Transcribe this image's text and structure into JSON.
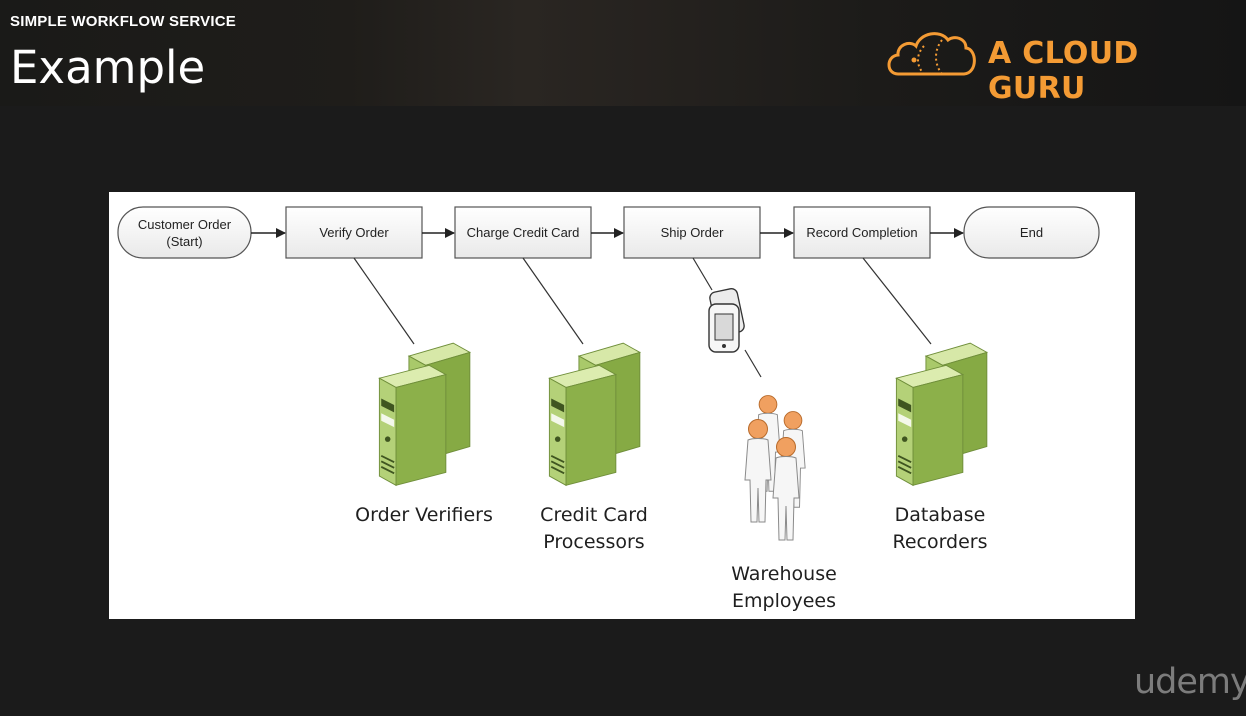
{
  "header": {
    "section_label": "SIMPLE WORKFLOW SERVICE",
    "title": "Example",
    "brand": "A CLOUD GURU",
    "brand_color": "#f49b34"
  },
  "diagram": {
    "flow_nodes": [
      {
        "label": "Customer Order\n(Start)",
        "shape": "terminator"
      },
      {
        "label": "Verify Order",
        "shape": "process"
      },
      {
        "label": "Charge Credit Card",
        "shape": "process"
      },
      {
        "label": "Ship Order",
        "shape": "process"
      },
      {
        "label": "Record Completion",
        "shape": "process"
      },
      {
        "label": "End",
        "shape": "terminator"
      }
    ],
    "workers": [
      {
        "label": "Order Verifiers",
        "icon": "server-icon"
      },
      {
        "label": "Credit Card\nProcessors",
        "icon": "server-icon"
      },
      {
        "label": "Warehouse\nEmployees",
        "icon": "people-icon"
      },
      {
        "label": "Database\nRecorders",
        "icon": "server-icon"
      }
    ],
    "device_icon": "mobile-devices-icon",
    "server_color": "#8cb04a"
  },
  "watermark": "udemy"
}
